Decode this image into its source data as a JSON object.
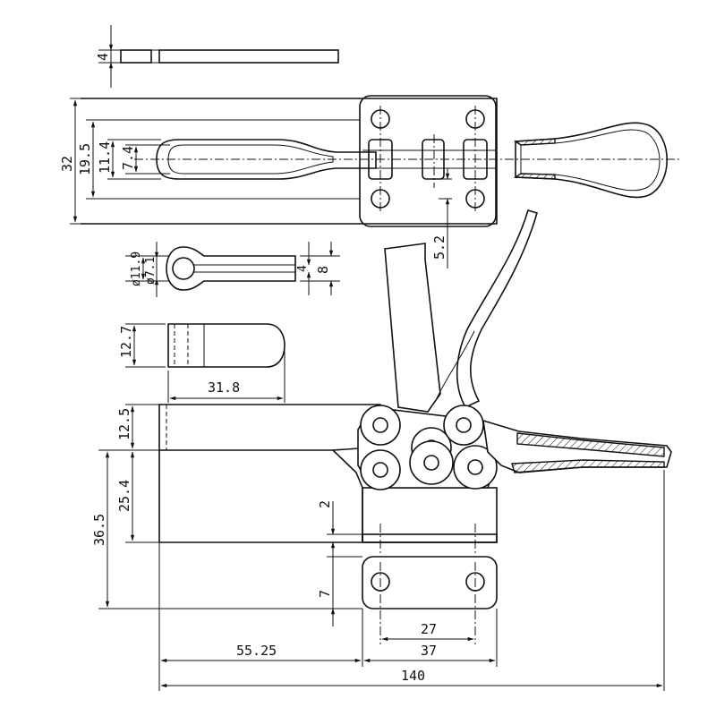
{
  "dimensions": {
    "strap_thickness": "4",
    "plan_height": "32",
    "slot_length_span": "19.5",
    "slot_outer": "11.4",
    "slot_inner": "7.4",
    "hole_offset": "5.2",
    "u_outer_dia": "ø11.9",
    "u_inner_dia": "ø7.1",
    "u_slot_inner": "4",
    "u_slot_outer": "8",
    "spindle_height": "12.7",
    "spindle_length": "31.8",
    "arm_height": "12.5",
    "pivot_height": "25.4",
    "base_height": "36.5",
    "gap_2": "2",
    "gap_7": "7",
    "hole_spacing_27": "27",
    "base_width_37": "37",
    "reach_55_25": "55.25",
    "overall_140": "140"
  }
}
